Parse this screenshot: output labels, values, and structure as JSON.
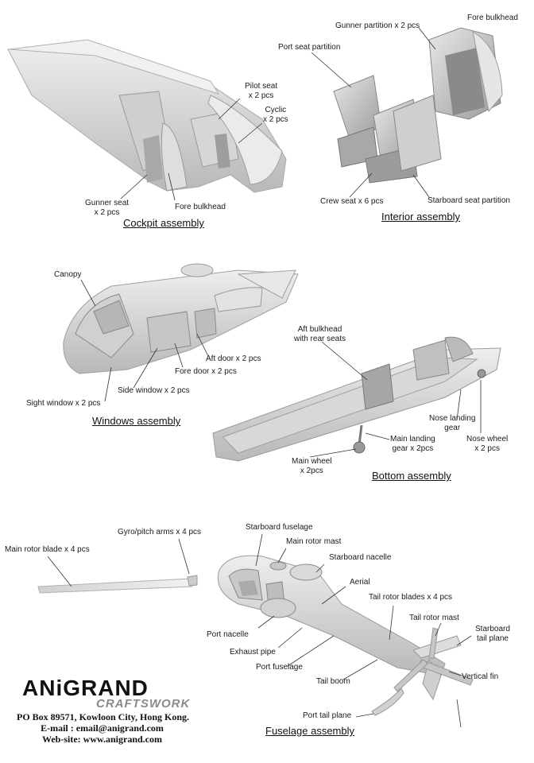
{
  "sections": {
    "cockpit": {
      "title": "Cockpit assembly",
      "labels": {
        "pilot_seat": "Pilot seat",
        "pilot_seat_qty": "x 2 pcs",
        "cyclic": "Cyclic",
        "cyclic_qty": "x 2 pcs",
        "gunner_seat": "Gunner seat",
        "gunner_seat_qty": "x 2 pcs",
        "fore_bulkhead": "Fore bulkhead"
      }
    },
    "interior": {
      "title": "Interior assembly",
      "labels": {
        "gunner_partition": "Gunner partition x 2 pcs",
        "fore_bulkhead": "Fore bulkhead",
        "port_seat_partition": "Port seat partition",
        "crew_seat": "Crew seat x 6 pcs",
        "starboard_seat_partition": "Starboard seat partition"
      }
    },
    "windows": {
      "title": "Windows assembly",
      "labels": {
        "canopy": "Canopy",
        "aft_door": "Aft door x 2 pcs",
        "fore_door": "Fore door x 2 pcs",
        "side_window": "Side window x 2 pcs",
        "sight_window": "Sight window x 2 pcs"
      }
    },
    "bottom": {
      "title": "Bottom assembly",
      "labels": {
        "aft_bulkhead": "Aft bulkhead",
        "aft_bulkhead_2": "with rear seats",
        "nose_landing": "Nose landing",
        "nose_landing_2": "gear",
        "main_landing": "Main landing",
        "main_landing_2": "gear x 2pcs",
        "nose_wheel": "Nose wheel",
        "nose_wheel_qty": "x 2 pcs",
        "main_wheel": "Main wheel",
        "main_wheel_qty": "x 2pcs"
      }
    },
    "fuselage": {
      "title": "Fuselage assembly",
      "labels": {
        "gyro_arms": "Gyro/pitch arms x 4 pcs",
        "main_rotor_blade": "Main rotor blade x 4 pcs",
        "starboard_fuselage": "Starboard fuselage",
        "main_rotor_mast": "Main rotor mast",
        "starboard_nacelle": "Starboard nacelle",
        "aerial": "Aerial",
        "tail_rotor_blades": "Tail rotor blades x 4 pcs",
        "tail_rotor_mast": "Tail rotor mast",
        "starboard_tail_plane": "Starboard",
        "starboard_tail_plane_2": "tail plane",
        "port_nacelle": "Port nacelle",
        "exhaust_pipe": "Exhaust pipe",
        "port_fuselage": "Port  fuselage",
        "vertical_fin": "Vertical fin",
        "tail_boom": "Tail boom",
        "port_tail_plane": "Port tail plane"
      }
    }
  },
  "brand": {
    "name": "ANiGRAND",
    "sub": "CRAFTSWORK",
    "address": "PO Box 89571, Kowloon City, Hong Kong.",
    "email": "E-mail : email@anigrand.com",
    "website": "Web-site: www.anigrand.com"
  },
  "colors": {
    "resin_light": "#e4e4e4",
    "resin_mid": "#c4c4c4",
    "resin_dark": "#8e8e8e",
    "leader": "#333333"
  }
}
